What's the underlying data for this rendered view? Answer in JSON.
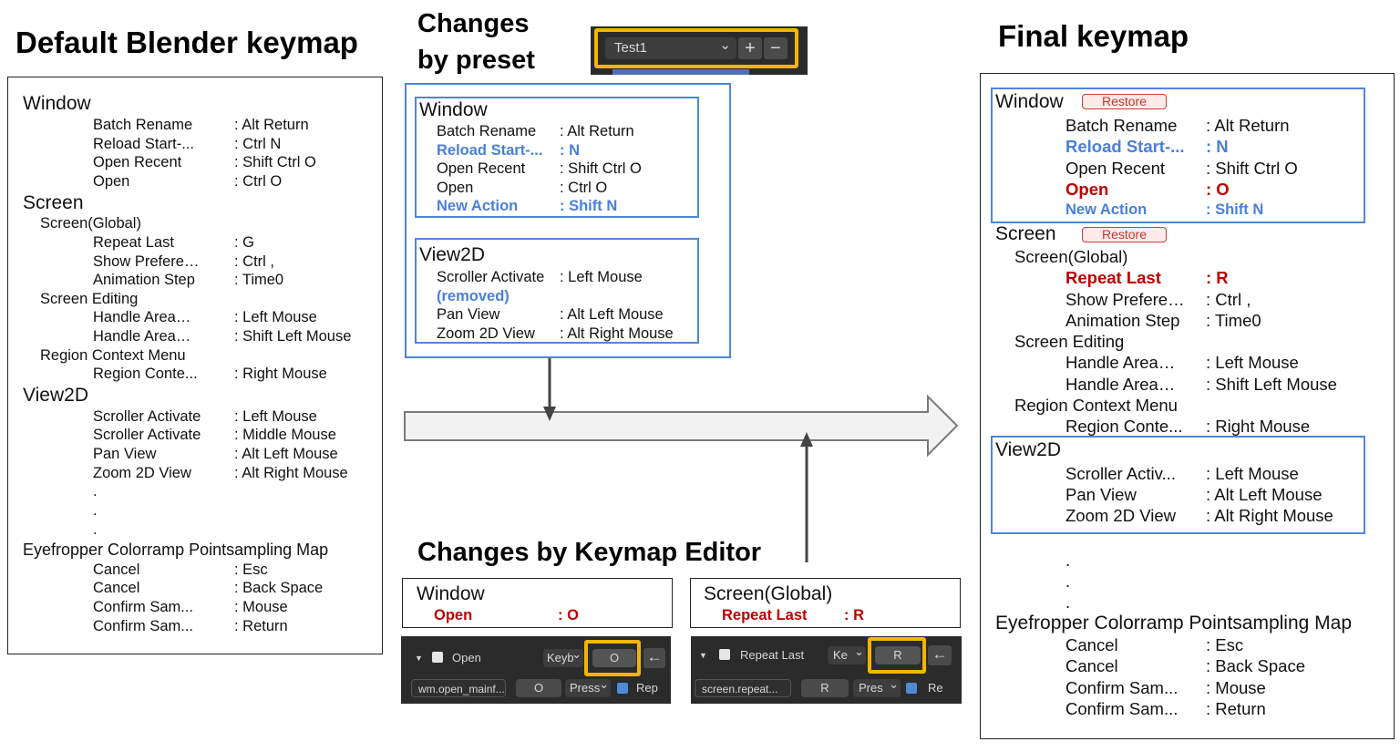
{
  "titles": {
    "default": "Default Blender keymap",
    "preset": "Changes\nby preset",
    "final": "Final keymap",
    "editor": "Changes by Keymap Editor"
  },
  "default_map": {
    "window": "Window",
    "w_items": [
      {
        "name": "Batch Rename",
        "key": ": Alt Return"
      },
      {
        "name": "Reload Start-...",
        "key": ": Ctrl N"
      },
      {
        "name": "Open Recent",
        "key": ": Shift Ctrl O"
      },
      {
        "name": "Open",
        "key": ": Ctrl O"
      }
    ],
    "screen": "Screen",
    "screen_global": "Screen(Global)",
    "sg_items": [
      {
        "name": "Repeat Last",
        "key": ": G"
      },
      {
        "name": "Show Prefere…",
        "key": ": Ctrl ,"
      },
      {
        "name": "Animation Step",
        "key": ": Time0"
      }
    ],
    "screen_editing": "Screen Editing",
    "se_items": [
      {
        "name": "Handle Area…",
        "key": ": Left Mouse"
      },
      {
        "name": "Handle Area…",
        "key": ": Shift Left Mouse"
      }
    ],
    "region_menu": "Region Context Menu",
    "rc_items": [
      {
        "name": "Region Conte...",
        "key": ": Right Mouse"
      }
    ],
    "view2d": "View2D",
    "v_items": [
      {
        "name": "Scroller Activate",
        "key": ": Left Mouse"
      },
      {
        "name": "Scroller Activate",
        "key": ": Middle Mouse"
      },
      {
        "name": "Pan View",
        "key": ": Alt Left Mouse"
      },
      {
        "name": "Zoom 2D View",
        "key": ": Alt Right Mouse"
      }
    ],
    "dots": ".",
    "eyedropper": "Eyefropper Colorramp Pointsampling Map",
    "e_items": [
      {
        "name": "Cancel",
        "key": ": Esc"
      },
      {
        "name": "Cancel",
        "key": ": Back Space"
      },
      {
        "name": "Confirm Sam...",
        "key": ": Mouse"
      },
      {
        "name": "Confirm Sam...",
        "key": ": Return"
      }
    ]
  },
  "preset_ui": {
    "preset_name": "Test1",
    "plus": "+",
    "minus": "−"
  },
  "preset_map": {
    "window": "Window",
    "w_items": [
      {
        "name": "Batch Rename",
        "key": ": Alt Return"
      },
      {
        "name": "Reload Start-...",
        "key": ": N"
      },
      {
        "name": "Open Recent",
        "key": ": Shift Ctrl O"
      },
      {
        "name": "Open",
        "key": ": Ctrl O"
      },
      {
        "name": "New Action",
        "key": ": Shift N"
      }
    ],
    "view2d": "View2D",
    "v_items": [
      {
        "name": "Scroller Activate",
        "key": ": Left Mouse"
      },
      {
        "name": "(removed)",
        "key": ""
      },
      {
        "name": "Pan View",
        "key": ": Alt Left Mouse"
      },
      {
        "name": "Zoom 2D View",
        "key": ": Alt Right Mouse"
      }
    ]
  },
  "editor": {
    "window": "Window",
    "w_change": {
      "name": "Open",
      "key": ": O"
    },
    "screen_global": "Screen(Global)",
    "s_change": {
      "name": "Repeat Last",
      "key": ": R"
    },
    "panel1": {
      "label": "Open",
      "type": "Keyb",
      "key": "O",
      "op": "wm.open_mainf...",
      "key2": "O",
      "event": "Press",
      "rep": "Rep"
    },
    "panel2": {
      "label": "Repeat Last",
      "type": "Ke",
      "key": "R",
      "op": "screen.repeat...",
      "key2": "R",
      "event": "Pres",
      "rep": "Re"
    },
    "arrow_left": "←",
    "tri": "▼",
    "caret": "⌄"
  },
  "final_map": {
    "window": "Window",
    "restore": "Restore",
    "w_items": [
      {
        "name": "Batch Rename",
        "key": ": Alt Return"
      },
      {
        "name": "Reload Start-...",
        "key": ": N"
      },
      {
        "name": "Open Recent",
        "key": ": Shift Ctrl O"
      },
      {
        "name": "Open",
        "key": ": O"
      },
      {
        "name": "New Action",
        "key": ": Shift N"
      }
    ],
    "screen": "Screen",
    "screen_global": "Screen(Global)",
    "sg_items": [
      {
        "name": "Repeat Last",
        "key": ": R"
      },
      {
        "name": "Show Prefere…",
        "key": ": Ctrl ,"
      },
      {
        "name": "Animation Step",
        "key": ": Time0"
      }
    ],
    "screen_editing": "Screen Editing",
    "se_items": [
      {
        "name": "Handle Area…",
        "key": ": Left Mouse"
      },
      {
        "name": "Handle Area…",
        "key": ": Shift Left Mouse"
      }
    ],
    "region_menu": "Region Context Menu",
    "rc_items": [
      {
        "name": "Region Conte...",
        "key": ": Right Mouse"
      }
    ],
    "view2d": "View2D",
    "v_items": [
      {
        "name": "Scroller Activ...",
        "key": ": Left Mouse"
      },
      {
        "name": "Pan View",
        "key": ": Alt Left Mouse"
      },
      {
        "name": "Zoom 2D View",
        "key": ": Alt Right Mouse"
      }
    ],
    "dots": ".",
    "eyedropper": "Eyefropper Colorramp Pointsampling Map",
    "e_items": [
      {
        "name": "Cancel",
        "key": ": Esc"
      },
      {
        "name": "Cancel",
        "key": ": Back Space"
      },
      {
        "name": "Confirm Sam...",
        "key": ": Mouse"
      },
      {
        "name": "Confirm Sam...",
        "key": ": Return"
      }
    ]
  }
}
